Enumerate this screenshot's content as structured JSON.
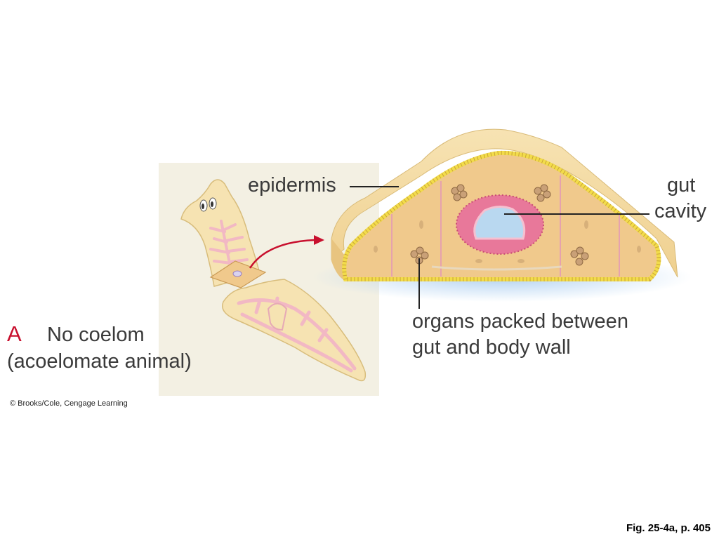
{
  "labels": {
    "epidermis": "epidermis",
    "gut_line1": "gut",
    "gut_line2": "cavity",
    "organs_line1": "organs packed between",
    "organs_line2": "gut and body wall"
  },
  "panel_title": {
    "letter": "A",
    "line1": "No coelom",
    "line2": "(acoelomate animal)"
  },
  "credit": "© Brooks/Cole, Cengage Learning",
  "figure_ref": "Fig. 25-4a, p. 405",
  "colors": {
    "title_letter": "#c8102e",
    "arrow": "#c8102e",
    "body_tissue": "#f0c98c",
    "epidermis_cells": "#f2dc4a",
    "gut_wall": "#e8789a",
    "gut_cavity": "#b9d8f0"
  }
}
